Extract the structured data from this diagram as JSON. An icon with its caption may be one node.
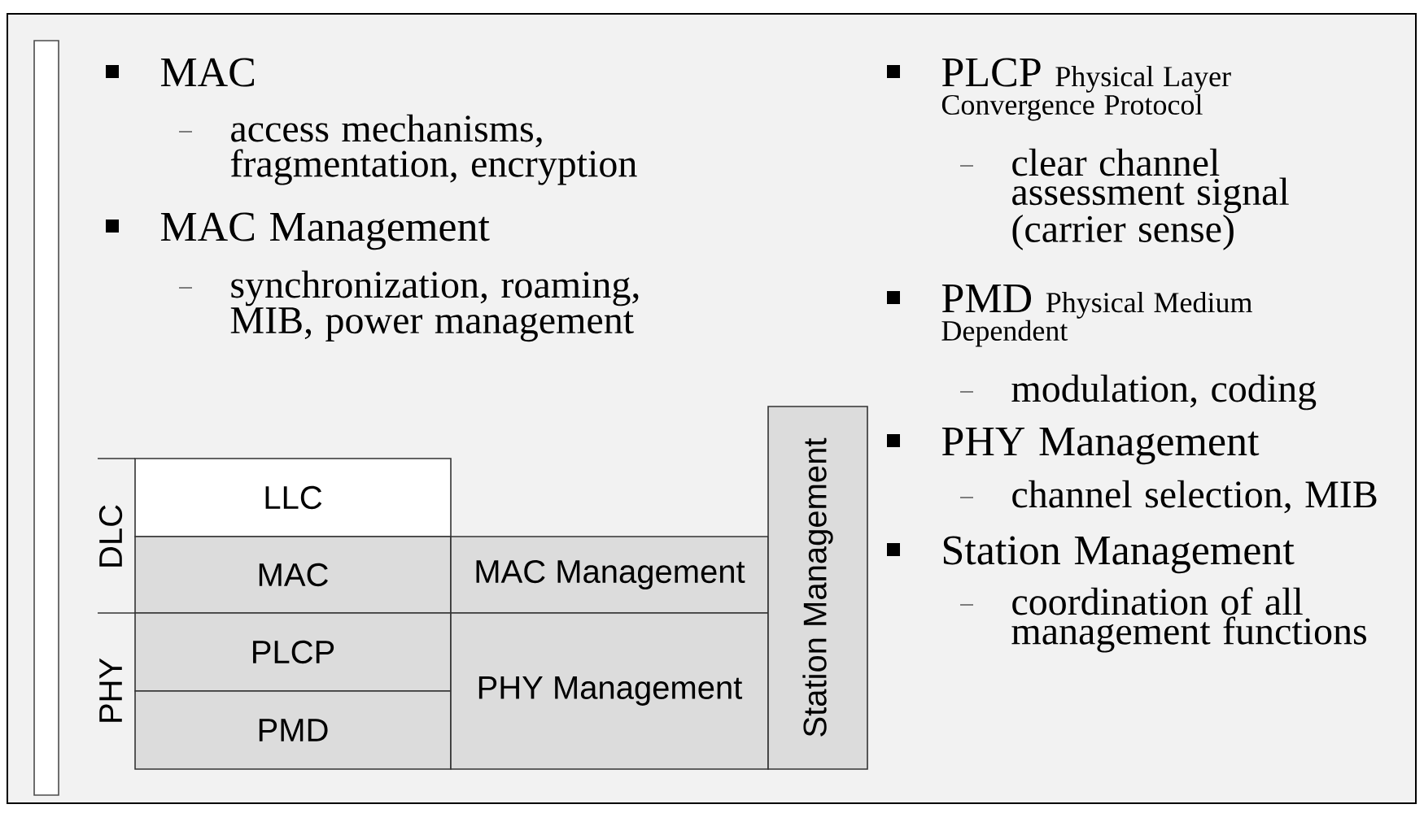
{
  "diagram": {
    "nodes": [
      {
        "text": [
          "LLC"
        ]
      },
      {
        "text": [
          "MAC"
        ]
      },
      {
        "text": [
          "MAC Management"
        ]
      },
      {
        "text": [
          "PLCP"
        ]
      },
      {
        "text": [
          "PMD"
        ]
      },
      {
        "text": [
          "PHY Management"
        ]
      },
      {
        "text": [
          "Station Management"
        ]
      },
      {
        "text": [],
        "shape": "bar"
      }
    ],
    "labels": [
      "MAC",
      "access mechanisms, fragmentation, encryption",
      "MAC Management",
      "synchronization, roaming, MIB, power management",
      "PLCP",
      "Physical Layer Convergence Protocol",
      "clear channel assessment signal (carrier sense)",
      "PMD",
      "Physical Medium Dependent",
      "modulation, coding",
      "PHY Management",
      "channel selection, MIB",
      "Station Management",
      "coordination of all management functions",
      "DLC",
      "PHY"
    ]
  }
}
